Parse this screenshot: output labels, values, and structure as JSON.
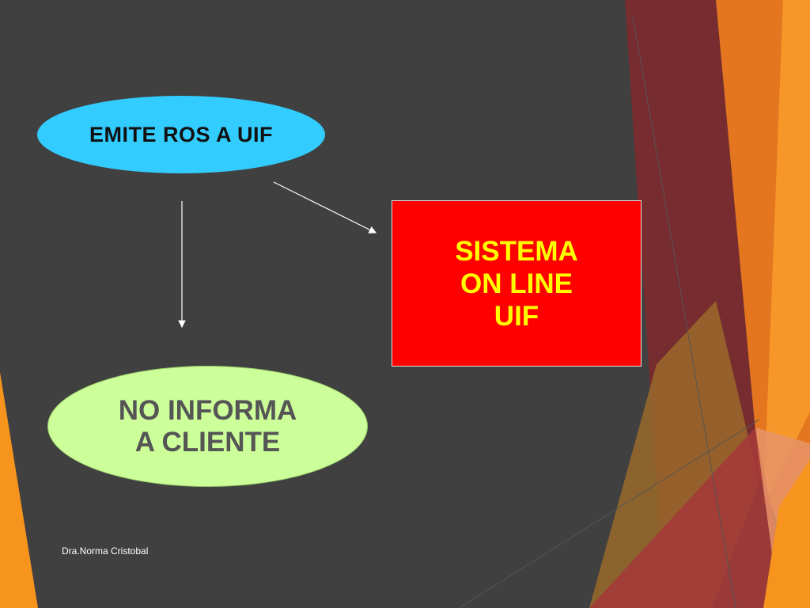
{
  "diagram": {
    "nodes": {
      "emite": "EMITE ROS A UIF",
      "sistema": "SISTEMA\nON LINE\nUIF",
      "no_informa": "NO INFORMA\nA CLIENTE"
    }
  },
  "footer": {
    "author": "Dra.Norma Cristobal"
  },
  "colors": {
    "background": "#404040",
    "ellipse_top": "#33ccff",
    "rect_red": "#ff0000",
    "rect_text": "#ffff00",
    "ellipse_bottom": "#ccff99",
    "accent_orange": "#f7941d",
    "accent_dark_red": "#8b2a2a"
  }
}
